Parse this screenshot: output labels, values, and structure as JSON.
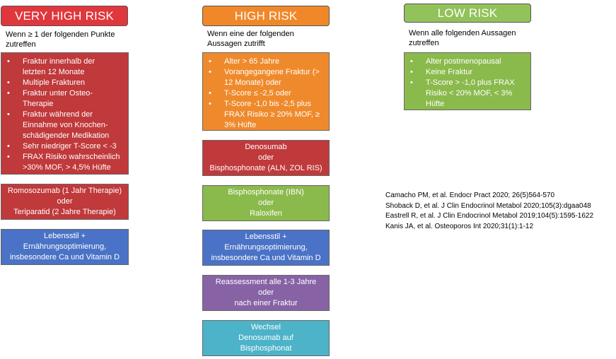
{
  "colors": {
    "red": "#c0393b",
    "orange": "#ef8a2c",
    "green": "#8bba4c",
    "blue": "#4a72c6",
    "purple": "#8763a5",
    "cyan": "#4cb3c9",
    "header_red_bg": "#e0373c",
    "header_orange_bg": "#f0882a",
    "header_green_bg": "#92c25a"
  },
  "columns": {
    "very_high": {
      "title": "VERY HIGH RISK",
      "intro": [
        "Wenn ≥ 1 der folgenden Punkte",
        "zutreffen"
      ],
      "criteria": [
        [
          "Fraktur innerhalb der",
          "letzten 12 Monate"
        ],
        [
          "Multiple Frakturen"
        ],
        [
          "Fraktur unter Osteo-",
          "Therapie"
        ],
        [
          "Fraktur während der",
          "Einnahme von Knochen-",
          "schädigender Medikation"
        ],
        [
          "Sehr niedriger T-Score < -3"
        ],
        [
          "FRAX Risiko wahrscheinlich",
          ">30% MOF, > 4,5% Hüfte"
        ]
      ],
      "therapy": [
        "Romosozumab (1 Jahr Therapie)",
        "oder",
        "Teriparatid (2 Jahre Therapie)"
      ],
      "lifestyle": [
        "Lebensstil +",
        "Ernährungsoptimierung,",
        "insbesondere Ca und Vitamin D"
      ]
    },
    "high": {
      "title": "HIGH RISK",
      "intro": [
        "Wenn eine der folgenden",
        "Aussagen zutrifft"
      ],
      "criteria": [
        [
          "Alter > 65 Jahre"
        ],
        [
          "Vorangegangene Fraktur (>",
          "12 Monate) oder"
        ],
        [
          "T-Score ≤ -2,5 oder"
        ],
        [
          "T-Score -1,0 bis -2,5 plus",
          "FRAX Risiko ≥ 20% MOF, ≥",
          "3% Hüfte"
        ]
      ],
      "therapy_1": [
        "Denosumab",
        "oder",
        "Bisphosphonate (ALN, ZOL RIS)"
      ],
      "therapy_2": [
        "Bisphosphonate (IBN)",
        "oder",
        "Raloxifen"
      ],
      "lifestyle": [
        "Lebensstil +",
        "Ernährungsoptimierung,",
        "insbesondere Ca und Vitamin D"
      ],
      "reassessment": [
        "Reassessment alle 1-3 Jahre",
        "oder",
        "nach einer Fraktur"
      ],
      "switch": [
        "Wechsel",
        "Denosumab auf",
        "Bisphosphonat"
      ]
    },
    "low": {
      "title": "LOW RISK",
      "intro": [
        "Wenn alle folgenden Aussagen",
        "zutreffen"
      ],
      "criteria": [
        [
          "Alter postmenopausal"
        ],
        [
          "Keine Fraktur"
        ],
        [
          "T-Score > -1,0 plus FRAX",
          "Risiko < 20% MOF, < 3%",
          "Hüfte"
        ]
      ]
    }
  },
  "references": [
    "Camacho PM, et al. Endocr Pract 2020;  26(5)564-570",
    "Shoback D, et al. J Clin Endocrinol Metabol 2020;105(3):dgaa048",
    "Eastrell R, et al. J Clin Endocrinol Metabol 2019;104(5):1595-1622",
    "Kanis JA, et al. Osteoporos Int 2020;31(1):1-12"
  ]
}
